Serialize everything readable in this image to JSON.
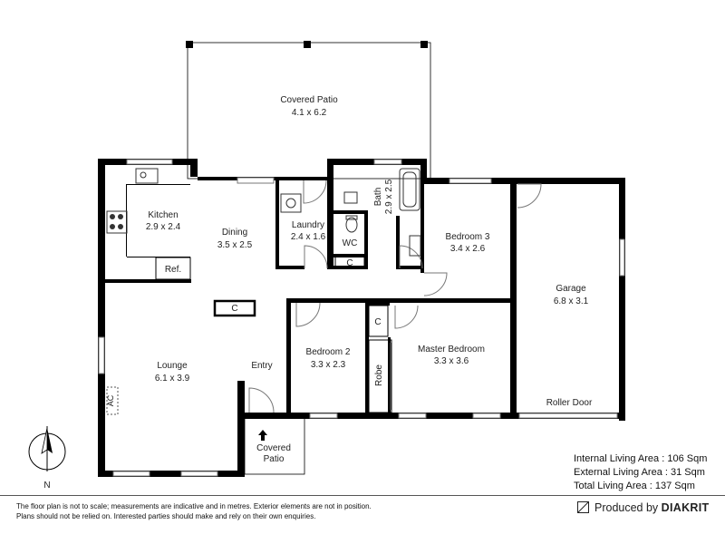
{
  "rooms": {
    "covered_patio_rear": {
      "name": "Covered Patio",
      "size": "4.1 x 6.2"
    },
    "kitchen": {
      "name": "Kitchen",
      "size": "2.9 x 2.4"
    },
    "dining": {
      "name": "Dining",
      "size": "3.5 x 2.5"
    },
    "laundry": {
      "name": "Laundry",
      "size": "2.4 x 1.6"
    },
    "bath": {
      "name": "Bath",
      "size": "2.9 x 2.5"
    },
    "wc": {
      "name": "WC"
    },
    "bedroom3": {
      "name": "Bedroom 3",
      "size": "3.4 x 2.6"
    },
    "garage": {
      "name": "Garage",
      "size": "6.8 x 3.1"
    },
    "lounge": {
      "name": "Lounge",
      "size": "6.1 x 3.9"
    },
    "entry": {
      "name": "Entry"
    },
    "bedroom2": {
      "name": "Bedroom 2",
      "size": "3.3 x 2.3"
    },
    "master_bedroom": {
      "name": "Master Bedroom",
      "size": "3.3 x 3.6"
    },
    "covered_patio_front": {
      "line1": "Covered",
      "line2": "Patio"
    }
  },
  "labels": {
    "ref": "Ref.",
    "robe": "Robe",
    "ac": "AC",
    "cupboard": "C",
    "roller_door": "Roller Door",
    "north": "N"
  },
  "areas": {
    "internal": "Internal Living Area : 106 Sqm",
    "external": "External Living Area : 31 Sqm",
    "total": "Total Living Area : 137 Sqm"
  },
  "disclaimer": {
    "line1": "The floor plan is not to scale; measurements are indicative and in metres. Exterior elements are not in position.",
    "line2": "Plans should not be relied on. Interested parties should make and rely on their own enquiries."
  },
  "branding": {
    "produced_by": "Produced by",
    "company": "DIAKRIT"
  }
}
